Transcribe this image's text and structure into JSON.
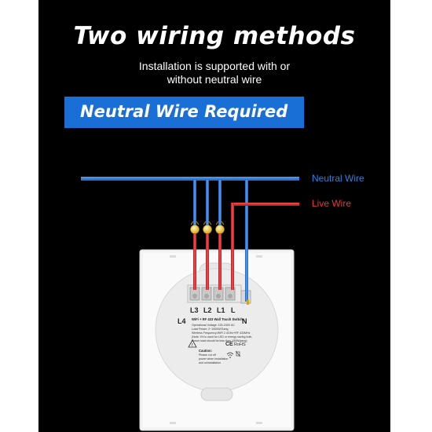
{
  "header": {
    "title": "Two wiring methods",
    "subtitle_line1": "Installation is supported with or",
    "subtitle_line2": "without neutral wire"
  },
  "banner": {
    "text": "Neutral Wire Required",
    "color": "#1a6fd6"
  },
  "wires": {
    "neutral_label": "Neutral Wire",
    "live_label": "Live Wire",
    "neutral_color": "#2f7fe0",
    "live_color": "#e53935"
  },
  "device": {
    "terminals": [
      "L3",
      "L2",
      "L1",
      "L",
      "L4",
      "N"
    ],
    "model": "WiFi + RF 433 Wall Touch Switch",
    "spec_voltage": "Operational Voltage: 100-240V AC",
    "spec_load": "Load Power: 2~1000W/Gang",
    "spec_wireless": "Wireless Frequency:WiFi 2.4GHz+RF 433MHz",
    "spec_note_1": "(Note: if it is used for LED or energy saving bulb,",
    "spec_note_2": "Power load should be less than 150W/gang)",
    "caution_title": "Caution:",
    "caution_1": "Please cut off",
    "caution_2": "power when installation",
    "caution_3": "and uninstallation",
    "cert_ce": "CE",
    "cert_rohs": "RoHS"
  },
  "icons": [
    "warning-icon",
    "wifi-icon",
    "bin-icon"
  ]
}
